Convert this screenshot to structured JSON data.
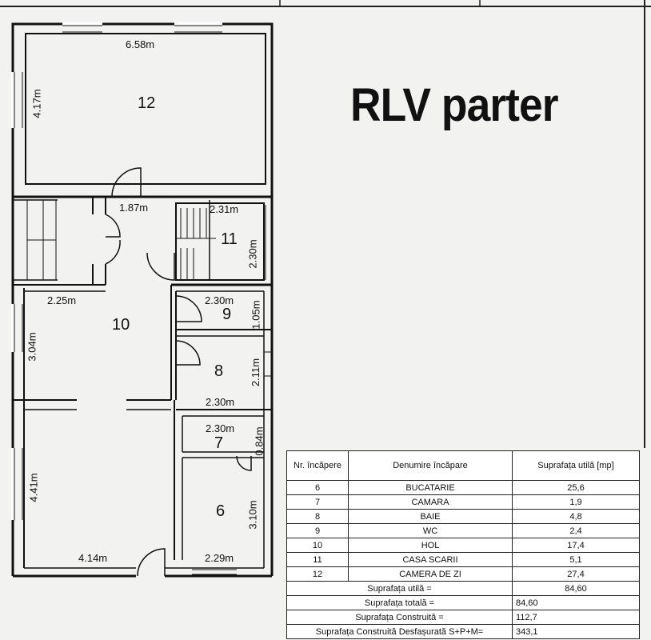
{
  "title": "RLV parter",
  "dimensions": {
    "d_658": "6.58m",
    "d_417": "4.17m",
    "d_187": "1.87m",
    "d_231": "2.31m",
    "d_230_11": "2.30m",
    "d_225": "2.25m",
    "d_230_9": "2.30m",
    "d_105": "1.05m",
    "d_304": "3.04m",
    "d_211": "2.11m",
    "d_230_8": "2.30m",
    "d_230_7": "2.30m",
    "d_084": "0.84m",
    "d_441": "4.41m",
    "d_310": "3.10m",
    "d_414": "4.14m",
    "d_229": "2.29m"
  },
  "rooms": {
    "r12": "12",
    "r11": "11",
    "r10": "10",
    "r9": "9",
    "r8": "8",
    "r7": "7",
    "r6": "6"
  },
  "table": {
    "headers": [
      "Nr. încăpere",
      "Denumire încăpare",
      "Suprafața utilă [mp]"
    ],
    "rows": [
      {
        "nr": "6",
        "name": "BUCATARIE",
        "area": "25,6"
      },
      {
        "nr": "7",
        "name": "CAMARA",
        "area": "1,9"
      },
      {
        "nr": "8",
        "name": "BAIE",
        "area": "4,8"
      },
      {
        "nr": "9",
        "name": "WC",
        "area": "2,4"
      },
      {
        "nr": "10",
        "name": "HOL",
        "area": "17,4"
      },
      {
        "nr": "11",
        "name": "CASA SCARII",
        "area": "5,1"
      },
      {
        "nr": "12",
        "name": "CAMERA DE ZI",
        "area": "27,4"
      }
    ],
    "totals": [
      {
        "label": "Suprafața utilă =",
        "value": "84,60"
      },
      {
        "label": "Suprafața totală =",
        "value": "84,60"
      },
      {
        "label": "Suprafața Construită =",
        "value": "112,7"
      },
      {
        "label": "Suprafața Construită Desfașurată S+P+M=",
        "value": "343,1"
      }
    ]
  }
}
